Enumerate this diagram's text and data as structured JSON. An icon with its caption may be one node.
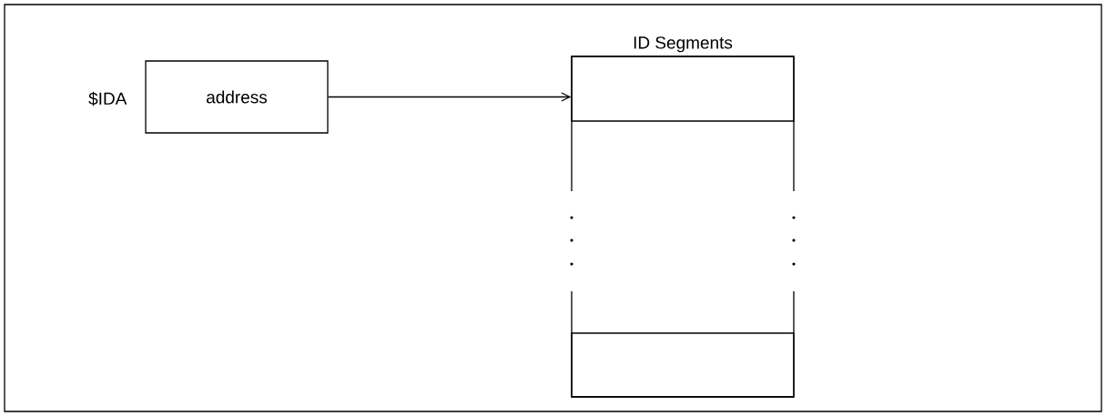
{
  "diagram": {
    "nodes": [
      {
        "text": [
          "address"
        ],
        "beside": [
          "$IDA"
        ]
      },
      {
        "text": [
          "ID Segments"
        ]
      },
      {
        "text": [],
        "shape": "box",
        "in": 1
      },
      {
        "text": [],
        "shape": "box",
        "in": 1
      }
    ],
    "edges": [
      {
        "from": 0,
        "to": 2,
        "arrow": "to"
      }
    ]
  }
}
